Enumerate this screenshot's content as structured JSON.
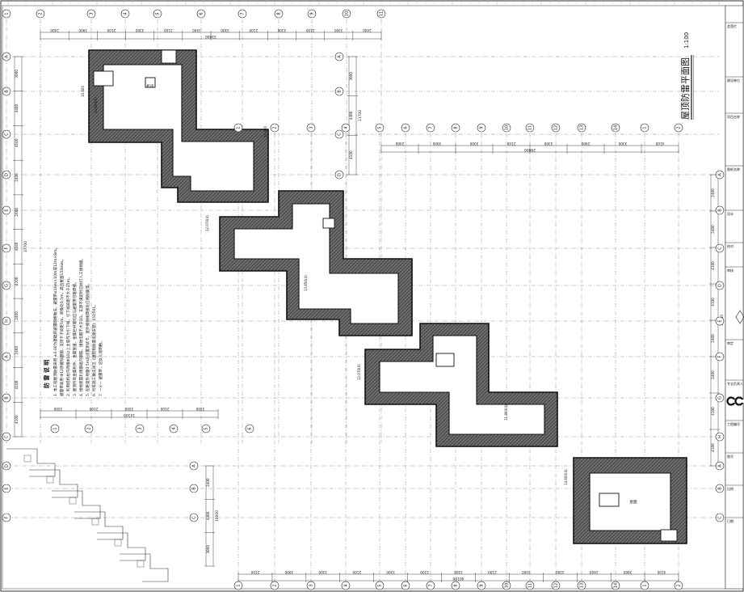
{
  "drawing": {
    "title": "屋顶防雷平面图",
    "scale": "1:100",
    "col_labels": [
      "1",
      "2",
      "3",
      "4",
      "5",
      "6",
      "7",
      "8",
      "9",
      "10",
      "11",
      "12",
      "13",
      "14"
    ],
    "row_labels": [
      "A",
      "B",
      "C",
      "D",
      "E",
      "F",
      "G",
      "H"
    ],
    "dims_top": [
      "2400",
      "3900",
      "2100",
      "3300",
      "2100",
      "3300",
      "3300",
      "2100",
      "3300",
      "2100",
      "3300",
      "2400"
    ],
    "dims_top_total": "33000",
    "dims_mid": [
      "2400",
      "3900",
      "3300",
      "2100",
      "3300",
      "2900",
      "3300",
      "4100"
    ],
    "dims_mid_total": "29000",
    "dims_bottom_left": [
      "3300",
      "2100",
      "3300",
      "2100",
      "3300"
    ],
    "dims_bottom_left_total": "14100",
    "dims_bottom": [
      "2100",
      "3900",
      "3300",
      "2100",
      "3300",
      "2100",
      "3300",
      "2100",
      "3300",
      "3300",
      "2400",
      "3900",
      "4100"
    ],
    "dims_bottom_total": "40100",
    "dims_left": [
      "3000",
      "4400",
      "4100",
      "2400",
      "2400",
      "4100",
      "4100",
      "2400",
      "2400",
      "4100",
      "4100"
    ],
    "dims_left_total": "37700",
    "dims_left2": [
      "3000",
      "4400",
      "4100"
    ],
    "dims_left2_total": "11700",
    "dims_right": [
      "2400",
      "2400",
      "4100",
      "4100",
      "2400",
      "2400",
      "4100",
      "4100"
    ],
    "dims_right_total": "30000",
    "dims_right_lower": [
      "2400",
      "4400",
      "3000"
    ],
    "dims_right_lower_total": "10000",
    "elev_labels": [
      "10.400",
      "12.070(4)",
      "13.650(4)",
      "11.800(4)",
      "14.600(4)"
    ]
  },
  "notes": {
    "heading": "防 雷 说 明",
    "lines": [
      "1. 本工程屋顶防雷采用 ±0.00为基础的避雷网格做法，避雷带≤10m×10m或12m×8m。",
      "   避雷带采用 Φ12热镀锌圆钢，支持卡子间距1m，转角处0.5m，高出屋面150mm。",
      "2. 利用结构柱内两根Φ16以上主筋作为引下线，引下线间距不大于25m。",
      "3. 屋顶所有金属构件、金属管道、金属栏杆等均应与避雷带可靠焊接。",
      "4. 接地装置利用基础内钢筋，接地电阻不大于1Ω，实测不满足时应补打人工接地极。",
      "5. 在距室外地面0.5m处设置测试卡，室外接地线焊接处应刷防腐漆。",
      "6. 所有施工做法详见《建筑物防雷设施安装》15D501。",
      "7. —×— 避雷带，沿女儿墙明敷。"
    ]
  },
  "title_block": {
    "rows": [
      "会签栏",
      "建设单位",
      "项目名称",
      "图纸名称",
      "设计",
      "校对",
      "审核",
      "审定",
      "专业负责人",
      "工程编号",
      "图号",
      "比例",
      "日期"
    ]
  },
  "labels": {
    "room_tag": "机房",
    "roof_tag": "屋面"
  }
}
